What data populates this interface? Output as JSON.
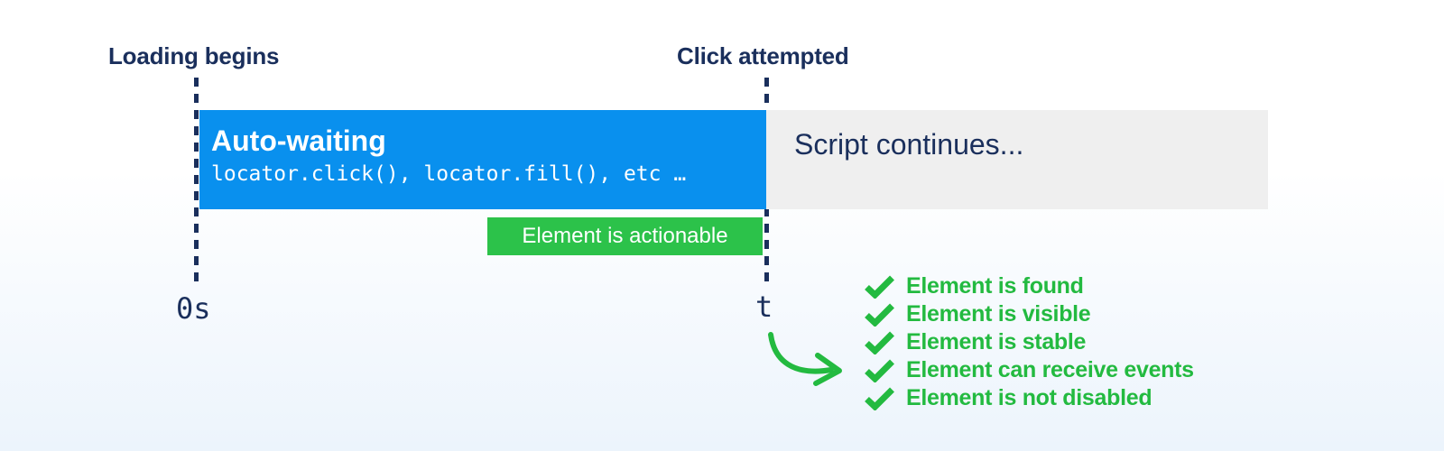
{
  "colors": {
    "bg_top": "#ffffff",
    "bg_bottom": "#ecf4fc",
    "navy": "#1a2f5c",
    "blue": "#0990ee",
    "gray_bar": "#efefef",
    "green_badge": "#2cc24a",
    "green": "#23ba40",
    "white": "#ffffff"
  },
  "timeline": {
    "loading_begins_label": "Loading begins",
    "click_attempted_label": "Click attempted",
    "start_time_label": "0s",
    "end_time_label": "t"
  },
  "bars": {
    "auto_waiting": {
      "title": "Auto-waiting",
      "code": "locator.click(), locator.fill(), etc …"
    },
    "script_continues": {
      "title": "Script continues..."
    }
  },
  "badge": {
    "label": "Element is actionable"
  },
  "checklist": {
    "items": [
      {
        "label": "Element is found"
      },
      {
        "label": "Element is visible"
      },
      {
        "label": "Element is stable"
      },
      {
        "label": "Element can receive events"
      },
      {
        "label": "Element is not disabled"
      }
    ]
  },
  "icons": {
    "check": "check-icon",
    "arrow": "curved-arrow-icon"
  }
}
